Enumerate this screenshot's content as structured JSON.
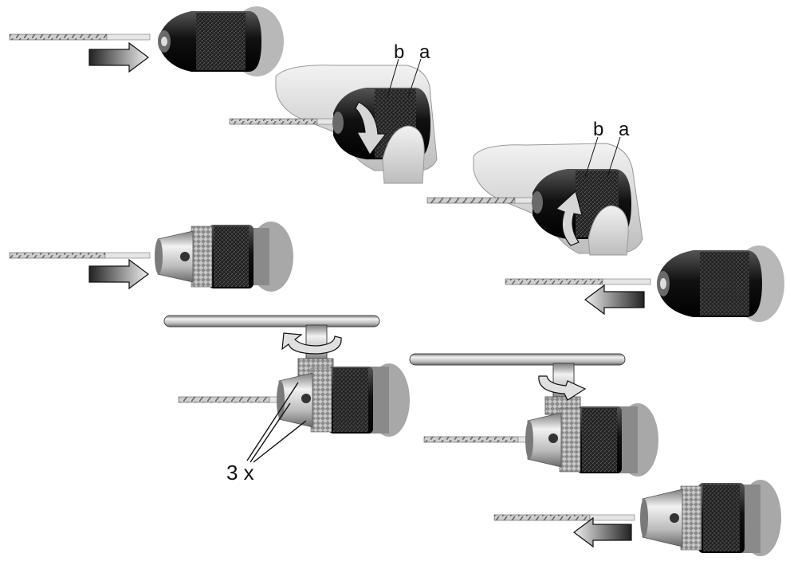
{
  "labels": {
    "ring_a": "a",
    "ring_b": "b",
    "count": "3 x"
  },
  "colors": {
    "chuck_dark": "#1a1a1a",
    "chuck_knurl": "#3a3a3a",
    "metal_light": "#d4d4d4",
    "metal_mid": "#9a9a9a",
    "skin": "#cfcfcf",
    "arrow_fill": "#bdbdbd",
    "line": "#111111"
  },
  "icons": {
    "insert_arrow": "arrow-right-icon",
    "remove_arrow": "arrow-left-icon",
    "rotate_down": "rotate-down-icon",
    "rotate_up": "rotate-up-icon",
    "key_rotate": "rotate-arrow-icon"
  }
}
